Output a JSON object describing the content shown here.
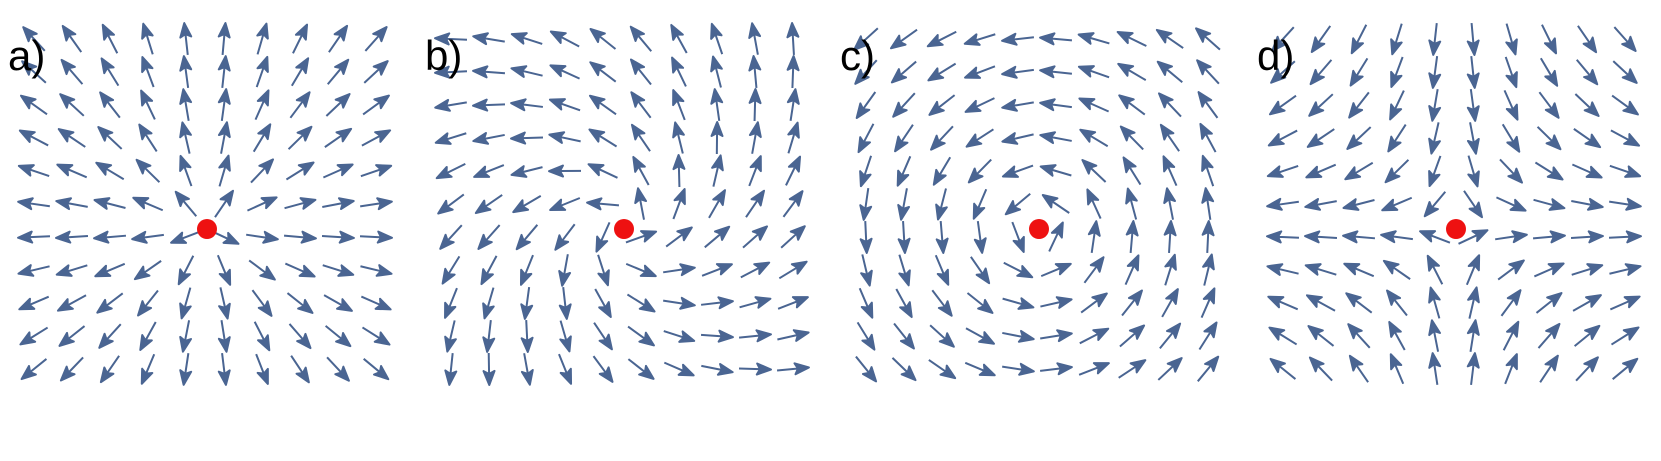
{
  "colors": {
    "arrow": "#4a6592",
    "defect": "#ee1111",
    "background": "#ffffff"
  },
  "panels": [
    {
      "id": "a",
      "label": "a)",
      "field": "radial-source",
      "defect_charge": 1,
      "phase_deg": 0
    },
    {
      "id": "b",
      "label": "b)",
      "field": "spiral",
      "defect_charge": 1,
      "phase_deg": 45
    },
    {
      "id": "c",
      "label": "c)",
      "field": "vortex",
      "defect_charge": 1,
      "phase_deg": 90
    },
    {
      "id": "d",
      "label": "d)",
      "field": "saddle",
      "defect_charge": -1,
      "phase_deg": 0
    }
  ]
}
